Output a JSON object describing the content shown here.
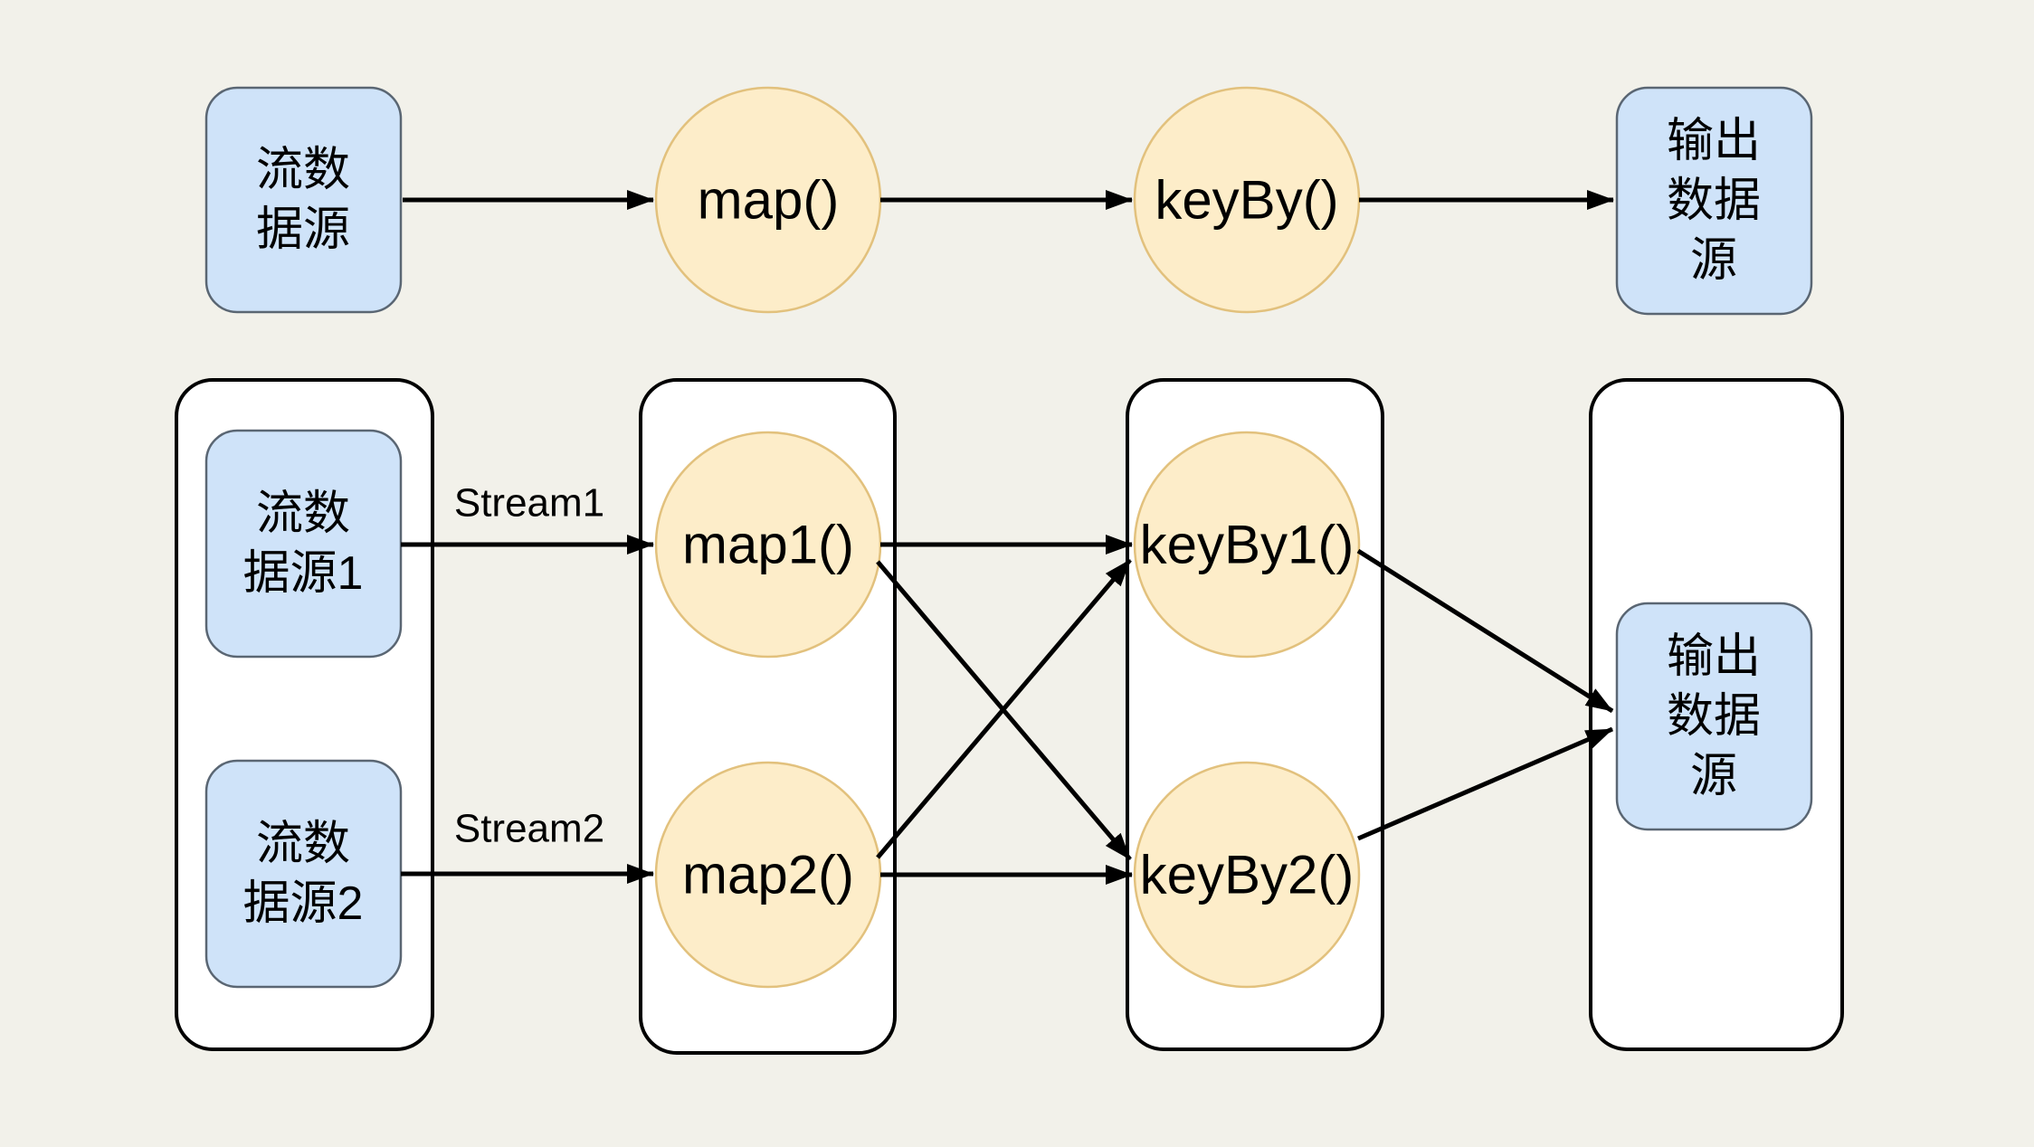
{
  "colors": {
    "background": "#f2f1ea",
    "source_sink_fill": "#cfe3f9",
    "source_sink_stroke": "#5a6673",
    "operator_fill": "#fdedc9",
    "operator_stroke": "#e2c17d",
    "container_fill": "#ffffff",
    "container_stroke": "#000000",
    "arrow": "#000000"
  },
  "top_row": {
    "source": {
      "line1": "流数",
      "line2": "据源"
    },
    "map_label": "map()",
    "keyby_label": "keyBy()",
    "sink": {
      "line1": "输出",
      "line2": "数据",
      "line3": "源"
    }
  },
  "bottom_row": {
    "source1": {
      "line1": "流数",
      "line2": "据源1"
    },
    "source2": {
      "line1": "流数",
      "line2": "据源2"
    },
    "stream1_label": "Stream1",
    "stream2_label": "Stream2",
    "map1_label": "map1()",
    "map2_label": "map2()",
    "keyby1_label": "keyBy1()",
    "keyby2_label": "keyBy2()",
    "sink": {
      "line1": "输出",
      "line2": "数据",
      "line3": "源"
    }
  }
}
